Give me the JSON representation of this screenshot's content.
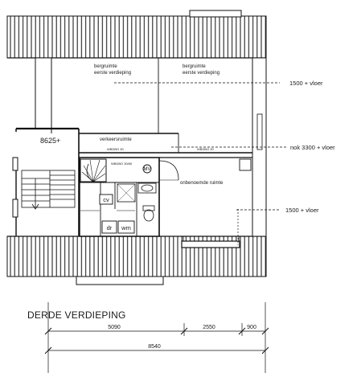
{
  "drawing": {
    "title": "DERDE VERDIEPING",
    "rooms": {
      "bergruimte_left_line1": "bergruimte",
      "bergruimte_left_line2": "eerste verdieping",
      "bergruimte_right_line1": "bergruimte",
      "bergruimte_right_line2": "eerste verdieping",
      "verkeersruimte": "verkeersruimte",
      "onbenoemde_ruimte": "onbenoemde ruimte",
      "level_mark": "8625+"
    },
    "fixtures": {
      "cv": "cv",
      "dr": "dr",
      "wm": "wm",
      "mv": "MV"
    },
    "callouts": {
      "upper": "1500 + vloer",
      "ridge": "nok 3300 + vloer",
      "lower": "1500 + vloer"
    },
    "small_labels": {
      "wbdbo_left": "WBDBO 30",
      "wbdbo_right": "WBDBO 30",
      "stair_note": "WBDBO 30/60"
    },
    "dimensions": {
      "seg1": "5090",
      "seg2": "2550",
      "seg3": "900",
      "total": "8540"
    }
  }
}
